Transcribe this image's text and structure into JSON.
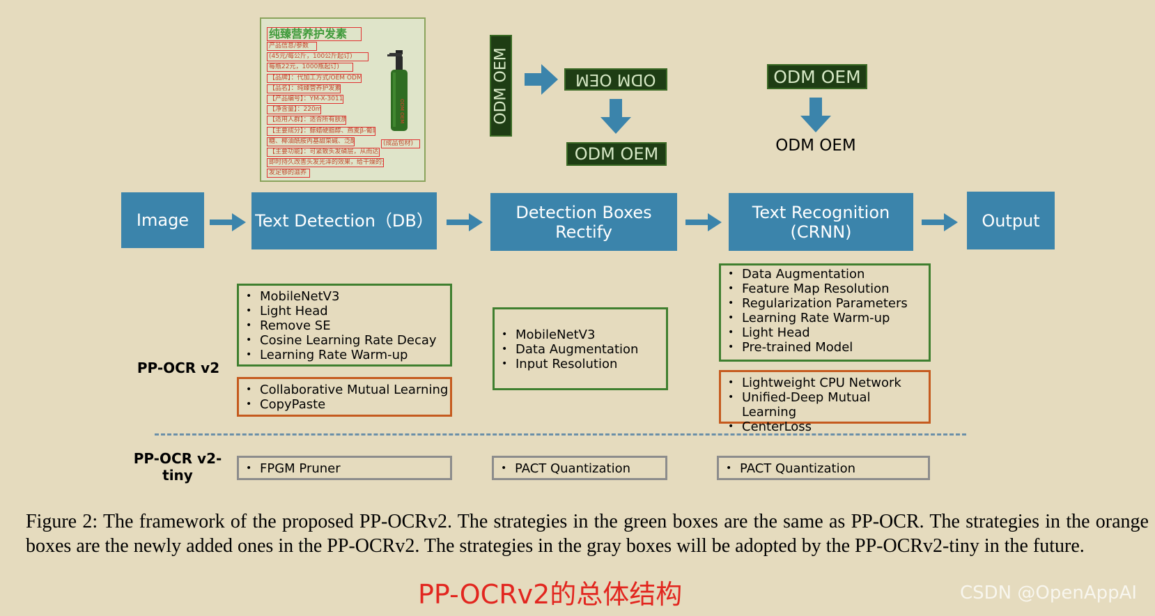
{
  "pipeline": {
    "image": "Image",
    "text_detection": "Text Detection（DB）",
    "rectify_line1": "Detection Boxes",
    "rectify_line2": "Rectify",
    "recognition_line1": "Text Recognition",
    "recognition_line2": "(CRNN)",
    "output": "Output"
  },
  "labels": {
    "v2": "PP-OCR v2",
    "tiny_line1": "PP-OCR v2-",
    "tiny_line2": "tiny"
  },
  "examples": {
    "odm_text": "ODM OEM",
    "doc_lines": [
      "纯臻营养护发素",
      "产品信息/参数",
      "(45元/每公斤，100公斤起订)",
      "每瓶22元，1000瓶起订)",
      "【品牌】：代加工方式/OEM ODM",
      "【品名】：纯臻营养护发素",
      "【产品编号】：YM-X-3011",
      "【净含量】：220ml",
      "【适用人群】：适合所有肤质",
      "【主要成分】：鲸蜡硬脂醇、燕麦β-葡聚",
      "糖、椰油酰胺丙基甜菜碱、泛醒",
      "【主要功能】：可紧致头发磷层，从而达到",
      "即时持久改善头发光泽的效果，给干燥的头",
      "发足够的滋养",
      "(成品包材)"
    ],
    "bottle_label": "ODM OEM"
  },
  "boxes": {
    "det_green": [
      "MobileNetV3",
      "Light Head",
      "Remove SE",
      "Cosine Learning Rate Decay",
      "Learning Rate Warm-up"
    ],
    "det_orange": [
      "Collaborative Mutual Learning",
      "CopyPaste"
    ],
    "rect_green": [
      "MobileNetV3",
      "Data Augmentation",
      "Input Resolution"
    ],
    "rec_green": [
      "Data Augmentation",
      "Feature Map Resolution",
      "Regularization Parameters",
      "Learning Rate Warm-up",
      "Light Head",
      "Pre-trained Model"
    ],
    "rec_orange": [
      "Lightweight CPU Network",
      "Unified-Deep Mutual Learning",
      "CenterLoss"
    ],
    "det_gray": [
      "FPGM Pruner"
    ],
    "rect_gray": [
      "PACT Quantization"
    ],
    "rec_gray": [
      "PACT Quantization"
    ]
  },
  "caption": "Figure 2: The framework of the proposed PP-OCRv2. The strategies in the green boxes are the same as PP-OCR. The strategies in the orange boxes are the newly added ones in the PP-OCRv2. The strategies in the gray boxes will be adopted by the PP-OCRv2-tiny in the future.",
  "cn_title": "PP-OCRv2的总体结构",
  "watermark": "CSDN @OpenAppAI",
  "colors": {
    "background": "#e5dbbe",
    "stage": "#3b84ab",
    "green": "#3f7f2f",
    "orange": "#c55a1e",
    "gray": "#8c8c8c",
    "title_red": "#e2261f"
  }
}
